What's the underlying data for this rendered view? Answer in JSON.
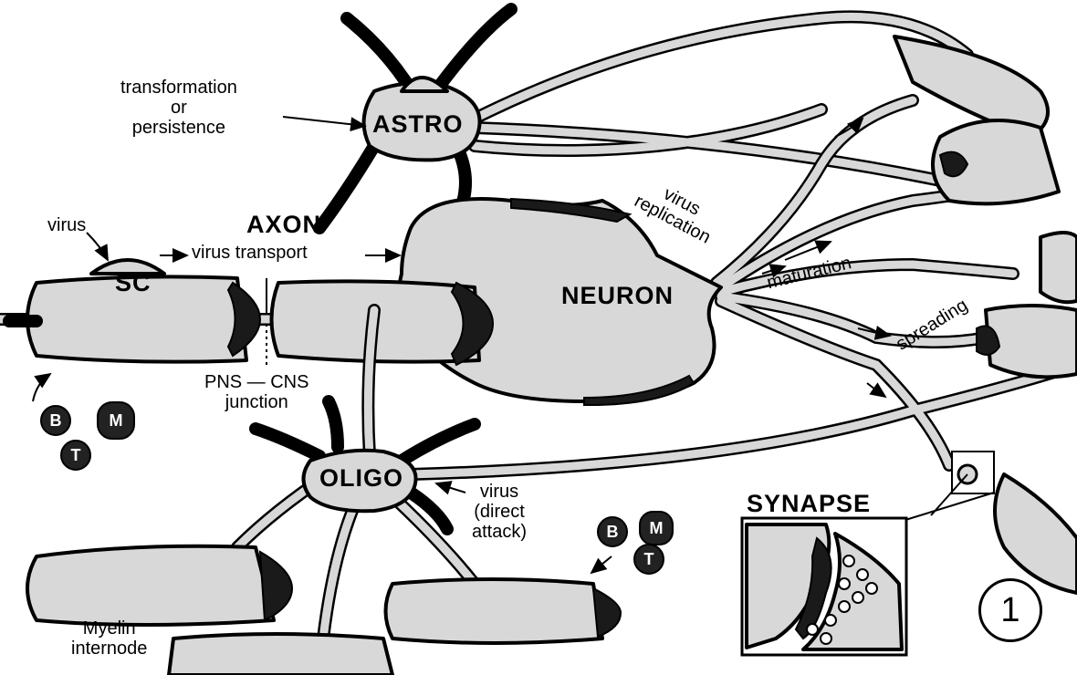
{
  "labels": {
    "astro": "ASTRO",
    "transformation": "transformation\nor\npersistence",
    "axon": "AXON",
    "virus_transport": "virus transport",
    "virus_sc": "virus",
    "sc": "SC",
    "neuron": "NEURON",
    "virus_replication": "virus\nreplication",
    "maturation": "maturation",
    "spreading": "spreading",
    "pns_cns": "PNS — CNS\njunction",
    "oligo": "OLIGO",
    "virus_direct": "virus\n(direct\nattack)",
    "synapse": "SYNAPSE",
    "myelin": "Myelin\ninternode",
    "figure_number": "1"
  },
  "immune_cells": {
    "left": [
      "B",
      "M",
      "T"
    ],
    "right": [
      "M",
      "B",
      "T"
    ]
  },
  "colors": {
    "ink": "#000000",
    "shading": "#d8d8d8",
    "background": "#ffffff"
  }
}
